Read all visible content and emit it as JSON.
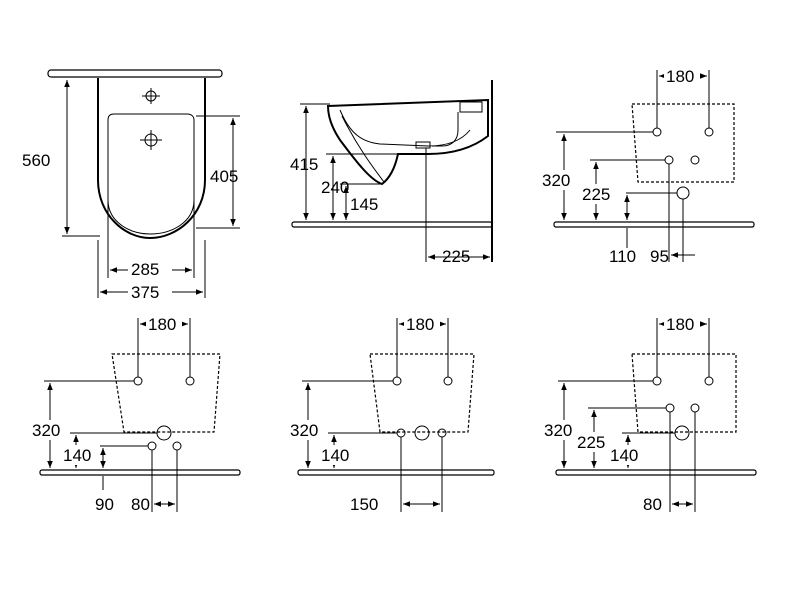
{
  "views": {
    "top": {
      "d560": "560",
      "d405": "405",
      "d285": "285",
      "d375": "375"
    },
    "side": {
      "d415": "415",
      "d240": "240",
      "d145": "145",
      "d225": "225"
    },
    "conn1": {
      "d180": "180",
      "d320": "320",
      "d225": "225",
      "d110": "110",
      "d95": "95"
    },
    "conn2": {
      "d180": "180",
      "d320": "320",
      "d140": "140",
      "d90": "90",
      "d80": "80"
    },
    "conn3": {
      "d180": "180",
      "d320": "320",
      "d140": "140",
      "d150": "150"
    },
    "conn4": {
      "d180": "180",
      "d320": "320",
      "d225": "225",
      "d140": "140",
      "d80": "80"
    }
  }
}
